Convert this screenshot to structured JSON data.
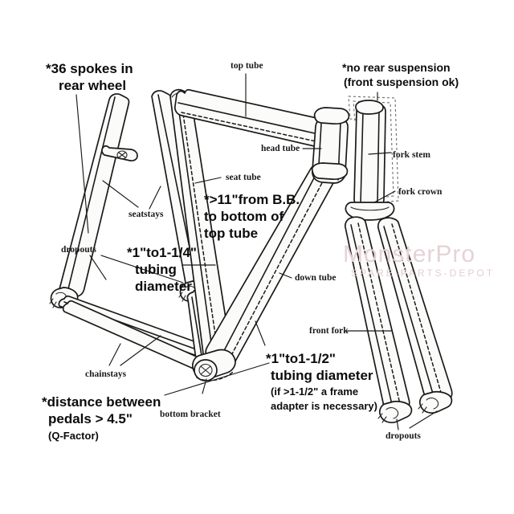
{
  "diagram": {
    "title": "Bicycle Frame Fit Requirements Diagram",
    "background_color": "#ffffff",
    "line_color": "#1a1a1a",
    "tube_fill": "#fbfbfa"
  },
  "watermark": {
    "brand": "MonsterPro",
    "tagline": "SPARE-PARTS-DEPOT",
    "color": "#e7d2d6"
  },
  "callouts": {
    "spokes": {
      "line1": "*36 spokes in",
      "line2": "rear wheel"
    },
    "no_rear_suspension": {
      "line1": "*no rear suspension",
      "line2": "(front suspension ok)"
    },
    "bb_clearance": {
      "line1": "*>11\"from B.B.",
      "line2": "to bottom of",
      "line3": "top tube"
    },
    "tubing_small": {
      "line1": "*1\"to1-1/4\"",
      "line2": "tubing",
      "line3": "diameter"
    },
    "tubing_large": {
      "line1": "*1\"to1-1/2\"",
      "line2": "tubing diameter",
      "line3": "(if >1-1/2\" a frame",
      "line4": "adapter is necessary)"
    },
    "q_factor": {
      "line1": "*distance between",
      "line2": "pedals > 4.5\"",
      "line3": "(Q-Factor)"
    }
  },
  "part_labels": {
    "top_tube": "top tube",
    "head_tube": "head tube",
    "seat_tube": "seat tube",
    "down_tube": "down tube",
    "seatstays": "seatstays",
    "chainstays": "chainstays",
    "rear_dropouts": "dropouts",
    "bottom_bracket": "bottom bracket",
    "fork_stem": "fork stem",
    "fork_crown": "fork crown",
    "front_fork": "front fork",
    "fork_dropouts": "dropouts"
  }
}
